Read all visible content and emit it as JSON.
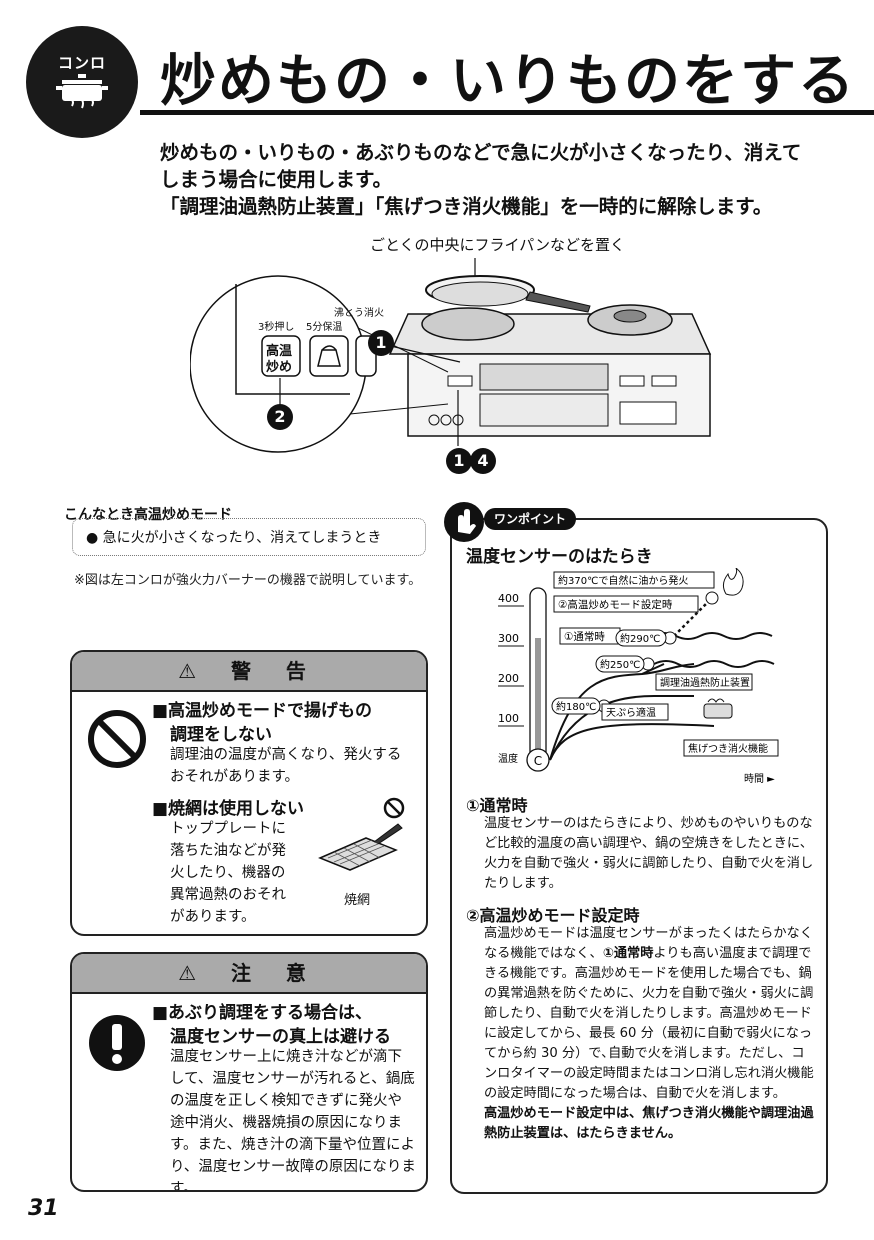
{
  "header": {
    "badge_label": "コンロ",
    "title": "炒めもの・いりものをする"
  },
  "intro": {
    "line1": "炒めもの・いりもの・あぶりものなどで急に火が小さくなったり、消えて",
    "line2": "しまう場合に使用します。",
    "line3": "「調理油過熱防止装置」「焦げつき消火機能」を一時的に解除します。"
  },
  "stove": {
    "caption": "ごとくの中央にフライパンなどを置く",
    "label_futou": "沸とう消火",
    "label_3byo": "3秒押し",
    "label_5fun": "5分保温",
    "button_line1": "高温",
    "button_line2": "炒め",
    "callouts": [
      "1",
      "2",
      "1",
      "4"
    ]
  },
  "konna": {
    "label": "こんなとき高温炒めモード",
    "item": "● 急に火が小さくなったり、消えてしまうとき"
  },
  "note": "※図は左コンロが強火力バーナーの機器で説明しています。",
  "warning": {
    "header": "⚠ 警 告",
    "item1_title_l1": "■高温炒めモードで揚げもの",
    "item1_title_l2": "調理をしない",
    "item1_body": "調理油の温度が高くなり、発火するおそれがあります。",
    "item2_title": "■焼網は使用しない",
    "item2_body_l1": "トッププレートに",
    "item2_body_l2": "落ちた油などが発",
    "item2_body_l3": "火したり、機器の",
    "item2_body_l4": "異常過熱のおそれ",
    "item2_body_l5": "があります。",
    "yakiami_label": "焼網"
  },
  "caution": {
    "header": "⚠ 注 意",
    "title_l1": "■あぶり調理をする場合は、",
    "title_l2": "温度センサーの真上は避ける",
    "body": "温度センサー上に焼き汁などが滴下して、温度センサーが汚れると、鍋底の温度を正しく検知できずに発火や途中消火、機器焼損の原因になります。また、焼き汁の滴下量や位置により、温度センサー故障の原因になります。"
  },
  "onepoint": {
    "label": "ワンポイント",
    "title": "温度センサーのはたらき",
    "sec1_title": "①通常時",
    "sec1_body": "温度センサーのはたらきにより、炒めものやいりものなど比較的温度の高い調理や、鍋の空焼きをしたときに、火力を自動で強火・弱火に調節したり、自動で火を消したりします。",
    "sec2_title": "②高温炒めモード設定時",
    "sec2_body_a": "高温炒めモードは温度センサーがまったくはたらかなくなる機能ではなく、",
    "sec2_body_bold": "①通常時",
    "sec2_body_b": "よりも高い温度まで調理できる機能です。高温炒めモードを使用した場合でも、鍋の異常過熱を防ぐために、火力を自動で強火・弱火に調節したり、自動で火を消したりします。高温炒めモードに設定してから、最長 60 分（最初に自動で弱火になってから約 30 分）で､自動で火を消します。ただし、コンロタイマーの設定時間またはコンロ消し忘れ消火機能の設定時間になった場合は、自動で火を消します。",
    "sec2_bold_end": "高温炒めモード設定中は、焦げつき消火機能や調理油過熱防止装置は、はたらきません。"
  },
  "chart_data": {
    "type": "line",
    "yticks": [
      "400",
      "300",
      "200",
      "100"
    ],
    "ylabel": "温度",
    "xlabel": "時間 ►",
    "labels": {
      "ignite": "約370℃で自然に油から発火",
      "mode": "②高温炒めモード設定時",
      "normal": "①通常時",
      "t290": "約290℃",
      "t250": "約250℃",
      "t180": "約180℃",
      "oil": "調理油過熱防止装置",
      "tempura": "天ぷら適温",
      "koge": "焦げつき消火機能",
      "therm": "C"
    }
  },
  "page_number": "31"
}
